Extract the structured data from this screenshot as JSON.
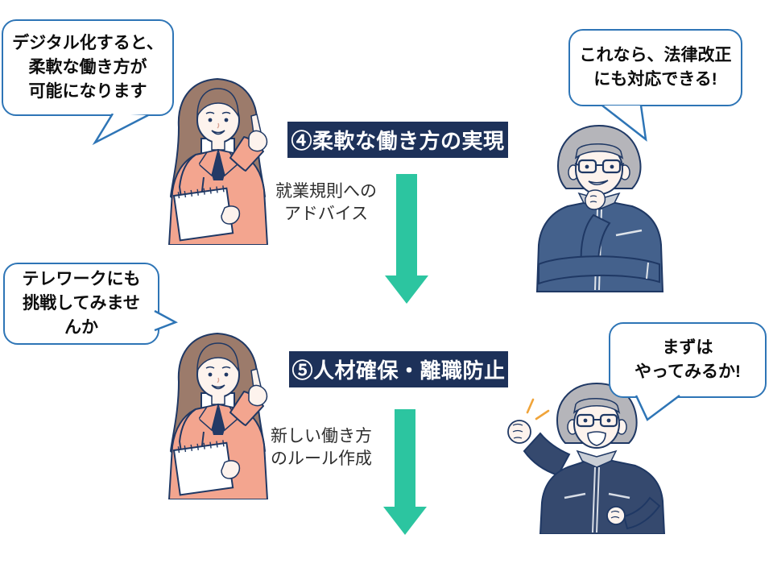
{
  "title": "デジタル化による働き方改革ステップ図",
  "colors": {
    "background": "#ffffff",
    "step_box_navy": "#1d3159",
    "bubble_border_blue": "#2e75b6",
    "arrow_green": "#2cc5a0",
    "note_text": "#2e2e2e",
    "woman_jacket_salmon": "#f3a58f",
    "woman_hair_brown": "#9c7b6b",
    "man_hair_gray": "#b5b5ba",
    "man1_jacket_blue": "#44618c",
    "man2_jacket_navy": "#35496e",
    "sparkle_orange": "#f0a43a",
    "outline_navy": "#1f3864",
    "skin": "#fdf3ed"
  },
  "bubbles": [
    {
      "id": "consultant-digital",
      "speaker": "consultant-woman",
      "text": "デジタル化すると、\n柔軟な働き方が\n可能になります"
    },
    {
      "id": "worker-law",
      "speaker": "worker-man",
      "text": "これなら、法律改正\nにも対応できる!"
    },
    {
      "id": "consultant-telework",
      "speaker": "consultant-woman",
      "text": "テレワークにも\n挑戦してみませ\nんか"
    },
    {
      "id": "worker-try",
      "speaker": "worker-man",
      "text": "まずは\nやってみるか!"
    }
  ],
  "steps": [
    {
      "label": "④柔軟な働き方の実現",
      "note": "就業規則への\nアドバイス"
    },
    {
      "label": "⑤人材確保・離職防止",
      "note": "新しい働き方\nのルール作成"
    }
  ],
  "characters": [
    {
      "name": "consultant-woman-pointing",
      "count": 2
    },
    {
      "name": "worker-man-thinking",
      "count": 1
    },
    {
      "name": "worker-man-fist-raised",
      "count": 1
    }
  ],
  "arrows": [
    {
      "name": "down-arrow-1",
      "direction": "down"
    },
    {
      "name": "down-arrow-2",
      "direction": "down"
    }
  ]
}
